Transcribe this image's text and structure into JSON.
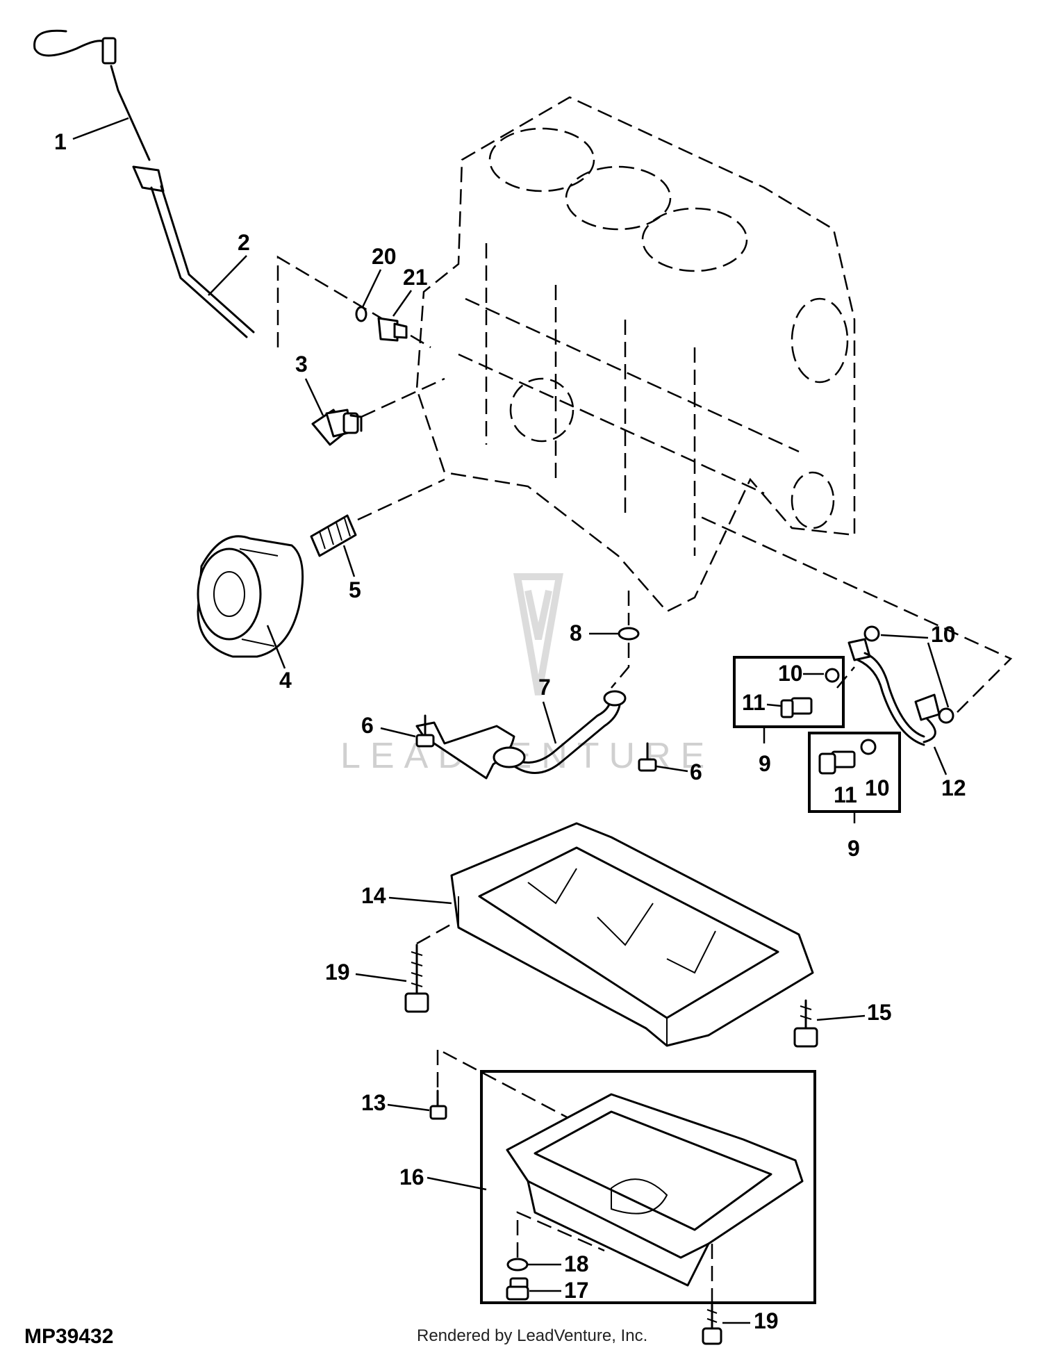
{
  "diagram": {
    "drawing_id": "MP39432",
    "credit": "Rendered by LeadVenture, Inc.",
    "watermark": "LEADVENTURE",
    "callouts": {
      "c1": "1",
      "c2": "2",
      "c3": "3",
      "c4": "4",
      "c5": "5",
      "c6a": "6",
      "c6b": "6",
      "c7": "7",
      "c8": "8",
      "c9a": "9",
      "c9b": "9",
      "c10a": "10",
      "c10b": "10",
      "c10c": "10",
      "c11a": "11",
      "c11b": "11",
      "c12": "12",
      "c13": "13",
      "c14": "14",
      "c15": "15",
      "c16": "16",
      "c17": "17",
      "c18": "18",
      "c19a": "19",
      "c19b": "19",
      "c20": "20",
      "c21": "21"
    }
  }
}
